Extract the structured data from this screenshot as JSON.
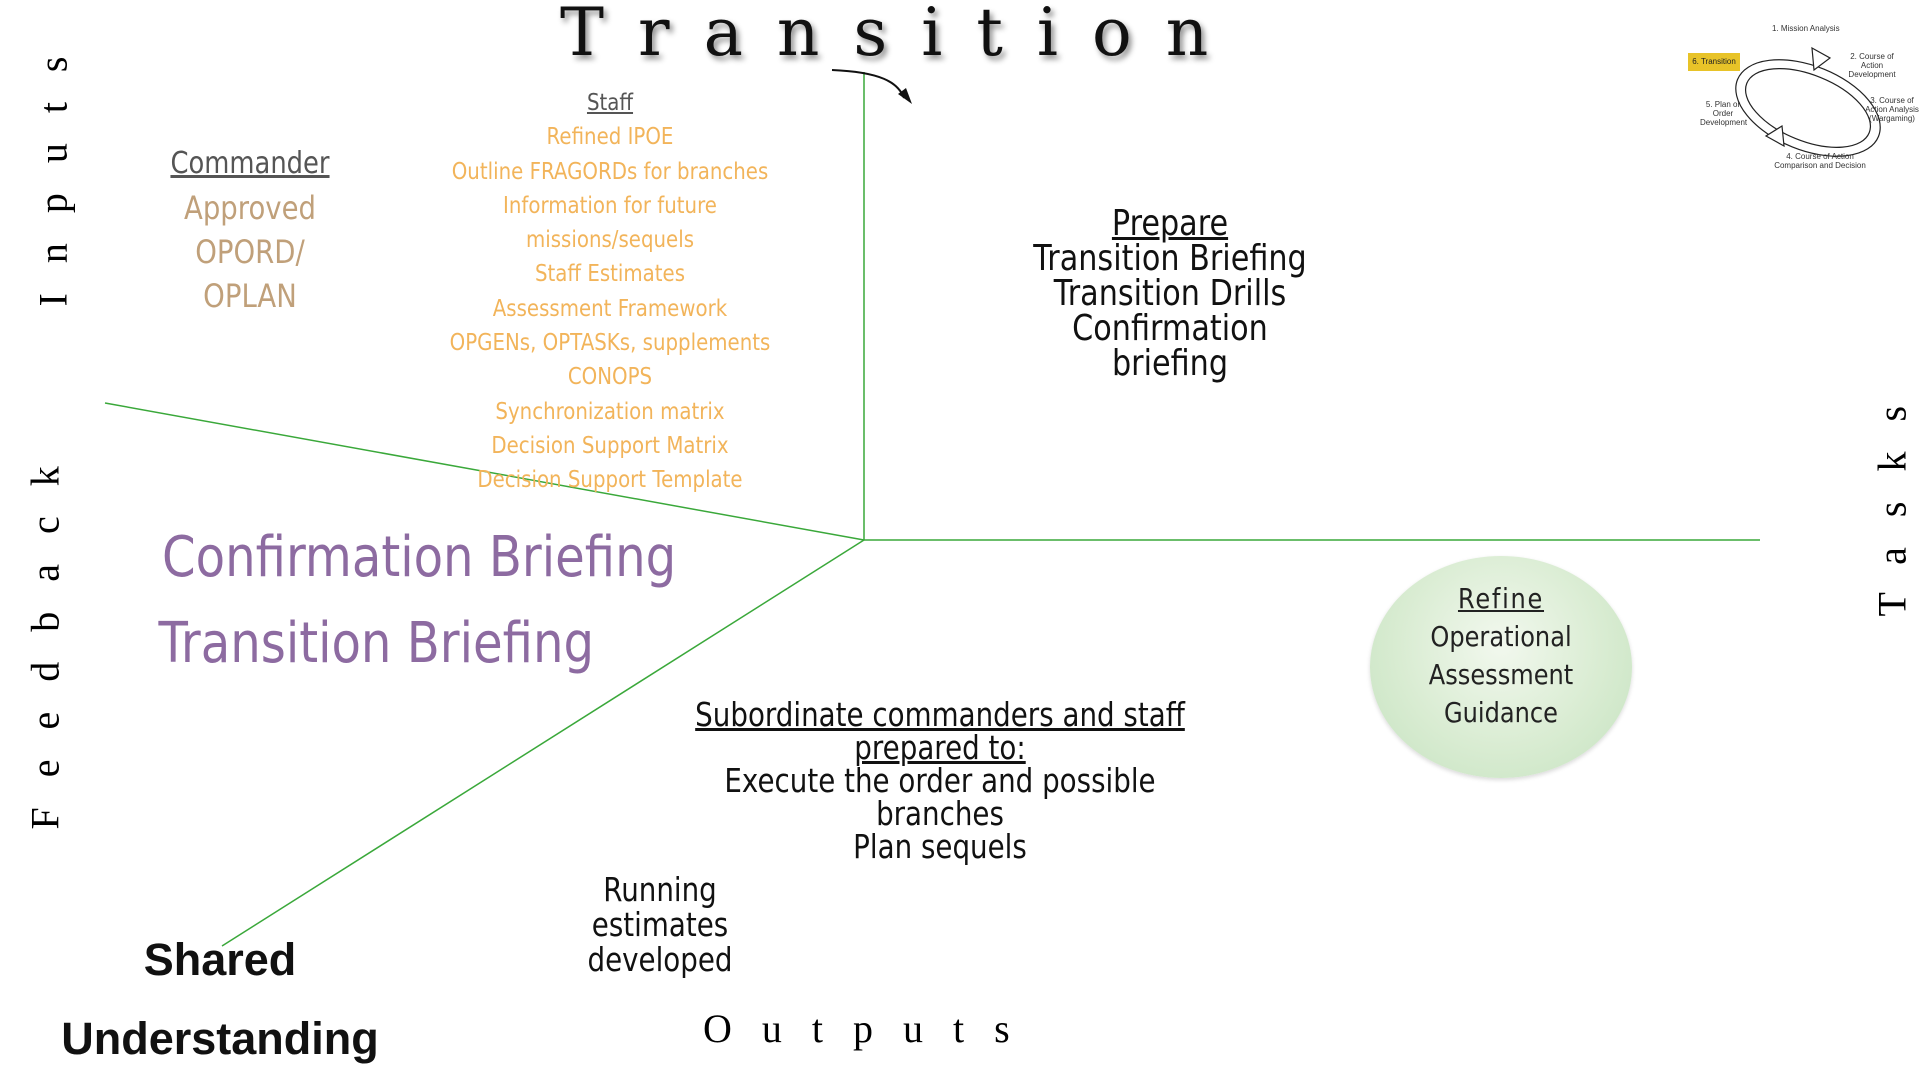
{
  "title": "Transition",
  "axes": {
    "inputs": "Inputs",
    "tasks": "Tasks",
    "outputs": "Outputs",
    "feedback": "Feedback"
  },
  "commander": {
    "heading": "Commander",
    "items": [
      "Approved OPORD/",
      "OPLAN"
    ]
  },
  "staff": {
    "heading": "Staff",
    "items": [
      "Refined IPOE",
      "Outline FRAGORDs for branches",
      "Information for future missions/sequels",
      "Staff Estimates",
      "Assessment Framework",
      "OPGENs, OPTASKs, supplements",
      "CONOPS",
      "Synchronization matrix",
      "Decision Support Matrix",
      "Decision Support Template"
    ]
  },
  "prepare": {
    "heading": "Prepare",
    "items": [
      "Transition Briefing",
      "Transition Drills",
      "Confirmation briefing"
    ]
  },
  "feedback_items": [
    "Confirmation Briefing",
    "Transition Briefing"
  ],
  "outputs": {
    "heading_line1": "Subordinate commanders and staff",
    "heading_line2": "prepared to:",
    "items": [
      "Execute the order and possible branches",
      "Plan sequels"
    ],
    "running_line1": "Running estimates",
    "running_line2": "developed"
  },
  "shared_understanding": [
    "Shared",
    "Understanding"
  ],
  "refine": {
    "heading": "Refine",
    "items": [
      "Operational",
      "Assessment",
      "Guidance"
    ]
  },
  "cycle": {
    "steps": [
      "1. Mission Analysis",
      "2. Course of Action Development",
      "3. Course of Action Analysis (Wargaming)",
      "4. Course of Action Comparison and Decision",
      "5. Plan or Order Development",
      "6. Transition"
    ],
    "highlight_color": "#e8c328"
  },
  "colors": {
    "line": "#3aa83a",
    "commander": "#c0a07a",
    "staff": "#f2b45a",
    "feedback": "#8d6ba1"
  }
}
